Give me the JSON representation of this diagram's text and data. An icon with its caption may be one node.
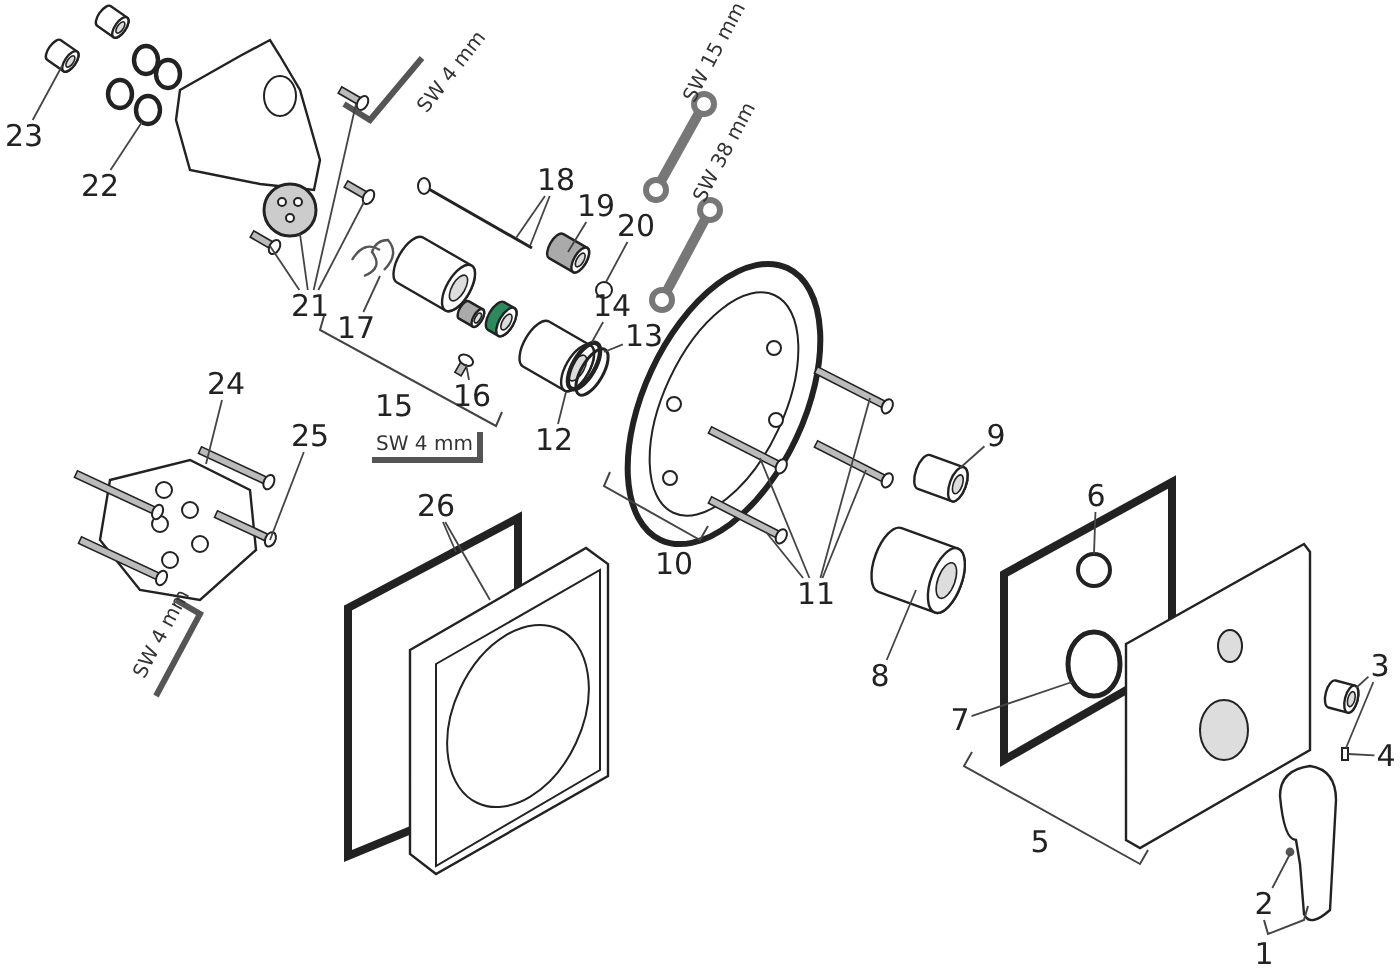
{
  "diagram": {
    "nodes": [
      {
        "text": [
          "23"
        ]
      },
      {
        "text": [
          "22"
        ]
      },
      {
        "text": [
          "21"
        ]
      },
      {
        "text": [
          "17"
        ]
      },
      {
        "text": [
          "18"
        ]
      },
      {
        "text": [
          "19"
        ]
      },
      {
        "text": [
          "20"
        ]
      },
      {
        "text": [
          "14"
        ]
      },
      {
        "text": [
          "13"
        ]
      },
      {
        "text": [
          "12"
        ]
      },
      {
        "text": [
          "16"
        ]
      },
      {
        "text": [
          "15"
        ]
      },
      {
        "text": [
          "24"
        ]
      },
      {
        "text": [
          "25"
        ]
      },
      {
        "text": [
          "26"
        ]
      },
      {
        "text": [
          "10"
        ]
      },
      {
        "text": [
          "11"
        ]
      },
      {
        "text": [
          "9"
        ]
      },
      {
        "text": [
          "6"
        ]
      },
      {
        "text": [
          "8"
        ]
      },
      {
        "text": [
          "7"
        ]
      },
      {
        "text": [
          "5"
        ]
      },
      {
        "text": [
          "3"
        ]
      },
      {
        "text": [
          "4"
        ]
      },
      {
        "text": [
          "2"
        ]
      },
      {
        "text": [
          "1"
        ]
      },
      {
        "text": [],
        "shape": "picture"
      },
      {
        "text": [],
        "shape": "picture"
      },
      {
        "text": [],
        "shape": "bar"
      },
      {
        "text": [],
        "shape": "picture"
      },
      {
        "text": [],
        "shape": "bar"
      },
      {
        "text": [],
        "shape": "bar"
      },
      {
        "text": [],
        "shape": "picture"
      },
      {
        "text": [],
        "shape": "picture"
      },
      {
        "text": [],
        "shape": "picture"
      },
      {
        "text": [],
        "shape": "circle"
      },
      {
        "text": [],
        "shape": "circle"
      },
      {
        "text": [],
        "shape": "circle"
      },
      {
        "text": [],
        "shape": "picture"
      },
      {
        "text": [],
        "shape": "bar"
      },
      {
        "text": [],
        "shape": "picture"
      },
      {
        "text": [],
        "shape": "bar"
      },
      {
        "text": [],
        "shape": "picture"
      },
      {
        "text": [],
        "shape": "picture"
      },
      {
        "text": [],
        "shape": "bar"
      },
      {
        "text": [],
        "shape": "bar"
      },
      {
        "text": [],
        "shape": "bar"
      },
      {
        "text": [],
        "shape": "bar"
      },
      {
        "text": [],
        "shape": "picture"
      },
      {
        "text": [],
        "shape": "circle"
      },
      {
        "text": [],
        "shape": "picture"
      },
      {
        "text": [],
        "shape": "circle"
      },
      {
        "text": [],
        "shape": "picture"
      },
      {
        "text": [],
        "shape": "box"
      },
      {
        "text": [],
        "shape": "circle"
      }
    ],
    "edges": [
      {
        "from": 0,
        "to": 26,
        "arrow": "none"
      },
      {
        "from": 1,
        "to": 27,
        "arrow": "none"
      },
      {
        "from": 2,
        "to": 31,
        "arrow": "none"
      },
      {
        "from": 2,
        "to": 29,
        "arrow": "none"
      },
      {
        "from": 2,
        "to": 28,
        "arrow": "none"
      },
      {
        "from": 2,
        "to": 30,
        "arrow": "none"
      },
      {
        "from": 3,
        "to": 32,
        "arrow": "none"
      },
      {
        "from": 4,
        "to": 33,
        "arrow": "none"
      },
      {
        "from": 4,
        "to": 33,
        "arrow": "none"
      },
      {
        "from": 5,
        "to": 34,
        "arrow": "none"
      },
      {
        "from": 6,
        "to": 35,
        "arrow": "none"
      },
      {
        "from": 7,
        "to": 36,
        "arrow": "none"
      },
      {
        "from": 8,
        "to": 37,
        "arrow": "none"
      },
      {
        "from": 9,
        "to": 38,
        "arrow": "none"
      },
      {
        "from": 10,
        "to": 39,
        "arrow": "none"
      },
      {
        "from": 12,
        "to": 40,
        "arrow": "none"
      },
      {
        "from": 13,
        "to": 41,
        "arrow": "none"
      },
      {
        "from": 14,
        "to": 42,
        "arrow": "none"
      },
      {
        "from": 14,
        "to": 43,
        "arrow": "none"
      },
      {
        "from": 16,
        "to": 47,
        "arrow": "none"
      },
      {
        "from": 16,
        "to": 45,
        "arrow": "none"
      },
      {
        "from": 16,
        "to": 46,
        "arrow": "none"
      },
      {
        "from": 16,
        "to": 44,
        "arrow": "none"
      },
      {
        "from": 17,
        "to": 48,
        "arrow": "none"
      },
      {
        "from": 18,
        "to": 49,
        "arrow": "none"
      },
      {
        "from": 19,
        "to": 50,
        "arrow": "none"
      },
      {
        "from": 20,
        "to": 51,
        "arrow": "none"
      },
      {
        "from": 22,
        "to": 52,
        "arrow": "none"
      },
      {
        "from": 22,
        "to": 53,
        "arrow": "none"
      },
      {
        "from": 23,
        "to": 53,
        "arrow": "none"
      },
      {
        "from": 24,
        "to": 54,
        "arrow": "none"
      }
    ],
    "labels": [
      "SW 4 mm",
      "SW 15 mm",
      "SW 38 mm",
      "SW 4 mm",
      "SW 4 mm"
    ]
  }
}
